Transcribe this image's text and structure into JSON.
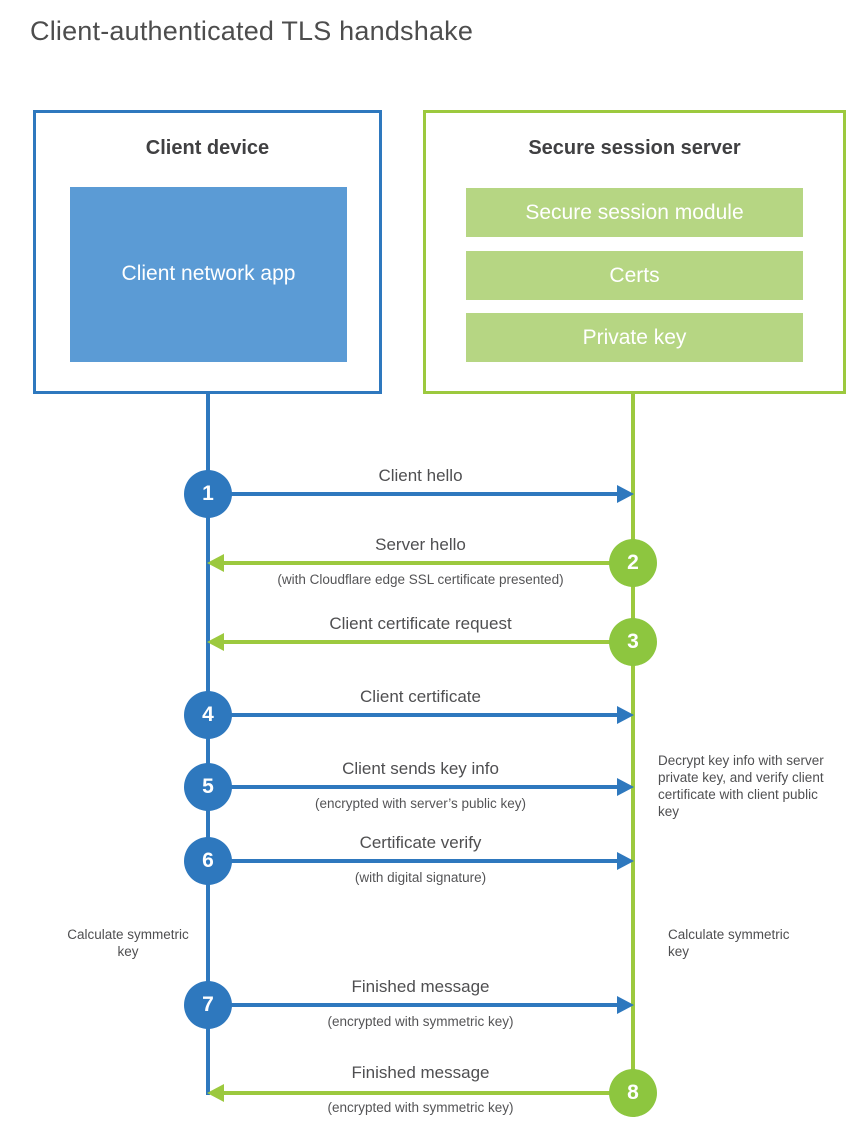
{
  "title": "Client-authenticated TLS handshake",
  "colors": {
    "blue_stroke": "#2e78be",
    "blue_fill": "#5b9bd5",
    "green_stroke": "#9cc93e",
    "green_circle": "#8dc63f",
    "green_fill": "#b6d683",
    "heading_text": "#404042",
    "label_text": "#4f4f51"
  },
  "client_box": {
    "title": "Client device",
    "app_label": "Client network app"
  },
  "server_box": {
    "title": "Secure session server",
    "modules": [
      "Secure session module",
      "Certs",
      "Private key"
    ]
  },
  "steps": [
    {
      "num": "1",
      "label": "Client hello",
      "sublabel": "",
      "from": "client",
      "to": "server"
    },
    {
      "num": "2",
      "label": "Server hello",
      "sublabel": "(with Cloudflare edge SSL certificate presented)",
      "from": "server",
      "to": "client"
    },
    {
      "num": "3",
      "label": "Client certificate request",
      "sublabel": "",
      "from": "server",
      "to": "client"
    },
    {
      "num": "4",
      "label": "Client certificate",
      "sublabel": "",
      "from": "client",
      "to": "server"
    },
    {
      "num": "5",
      "label": "Client sends key info",
      "sublabel": "(encrypted with server’s public key)",
      "from": "client",
      "to": "server"
    },
    {
      "num": "6",
      "label": "Certificate verify",
      "sublabel": "(with digital signature)",
      "from": "client",
      "to": "server"
    },
    {
      "num": "7",
      "label": "Finished message",
      "sublabel": "(encrypted with symmetric key)",
      "from": "client",
      "to": "server"
    },
    {
      "num": "8",
      "label": "Finished message",
      "sublabel": "(encrypted with symmetric key)",
      "from": "server",
      "to": "client"
    }
  ],
  "annotations": {
    "decrypt_note": "Decrypt key info with server private key, and verify client certificate with client public key",
    "calc_left": "Calculate symmetric key",
    "calc_right": "Calculate symmetric key"
  }
}
